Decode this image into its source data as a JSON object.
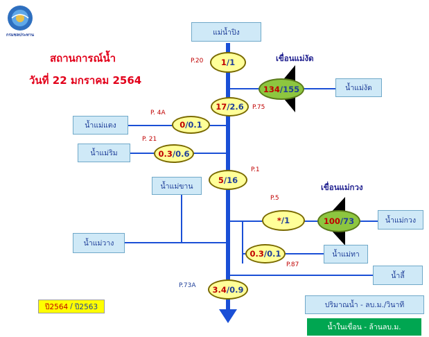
{
  "header": {
    "logo_text": "กรมชลประทาน",
    "title": "สถานการณ์น้ำ",
    "date": "วันที่ 22 มกราคม 2564"
  },
  "stations": {
    "p20": {
      "label": "P.20",
      "current": "1",
      "previous": "1"
    },
    "p75": {
      "label": "P.75",
      "current": "17",
      "previous": "2.6"
    },
    "p4a": {
      "label": "P. 4A",
      "current": "0",
      "previous": "0.1"
    },
    "p21": {
      "label": "P. 21",
      "current": "0.3",
      "previous": "0.6"
    },
    "p1": {
      "label": "P.1",
      "current": "5",
      "previous": "16"
    },
    "p5": {
      "label": "P.5",
      "current": "*",
      "previous": "1"
    },
    "p87": {
      "label": "P.87",
      "current": "0.3",
      "previous": "0.1"
    },
    "p73a": {
      "label": "P.73A",
      "current": "3.4",
      "previous": "0.9"
    }
  },
  "dams": {
    "mae_ngat": {
      "name": "เขื่อนแม่งัด",
      "current": "134",
      "previous": "155"
    },
    "mae_kuang": {
      "name": "เขื่อนแม่กวง",
      "current": "100",
      "previous": "73"
    }
  },
  "rivers": {
    "ping": "แม่น้ำปิง",
    "mae_ngat": "น้ำแม่งัด",
    "mae_taeng": "น้ำแม่แตง",
    "mae_rim": "น้ำแม่ริม",
    "mae_khan": "น้ำแม่ขาน",
    "mae_wang": "น้ำแม่วาง",
    "mae_kuang": "น้ำแม่กวง",
    "mae_tha": "น้ำแม่ทา",
    "li": "น้ำลี้"
  },
  "legend": {
    "year_current": "ปี2564",
    "year_separator": "/",
    "year_previous": "ปี2563",
    "flow_unit": "ปริมาณน้ำ - ลบ.ม./วินาที",
    "dam_unit": "น้ำในเขื่อน - ล้านลบ.ม.",
    "colors": {
      "current": "#c00000",
      "previous": "#1f3f99",
      "legend_yellow": "#ffff00",
      "legend_green": "#00a651"
    }
  }
}
